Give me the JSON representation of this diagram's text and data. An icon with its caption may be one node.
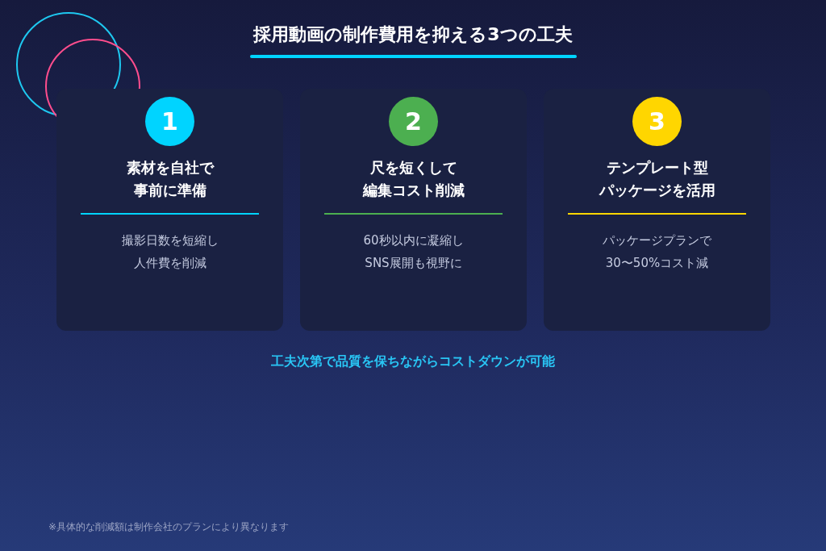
{
  "diagram": {
    "title": "採用動画の制作費用を抑える3つの工夫",
    "nodes": [
      {
        "text": [
          "素材を自社で事前に準備",
          "撮影日数を短縮し人件費を削減"
        ]
      },
      {
        "text": [
          "1"
        ],
        "in": 0
      },
      {
        "text": [
          "尺を短くして編集コスト削減",
          "60秒以内に凝縮しSNS展開も視野に"
        ]
      },
      {
        "text": [
          "2"
        ],
        "in": 2
      },
      {
        "text": [
          "テンプレート型パッケージを活用",
          "パッケージプランで30〜50%コスト減"
        ]
      },
      {
        "text": [
          "3"
        ],
        "in": 4
      }
    ],
    "edges": [],
    "labels": [
      "工夫次第で品質を保ちながらコストダウンが可能",
      "※具体的な削減額は制作会社のプランにより異なります"
    ]
  }
}
